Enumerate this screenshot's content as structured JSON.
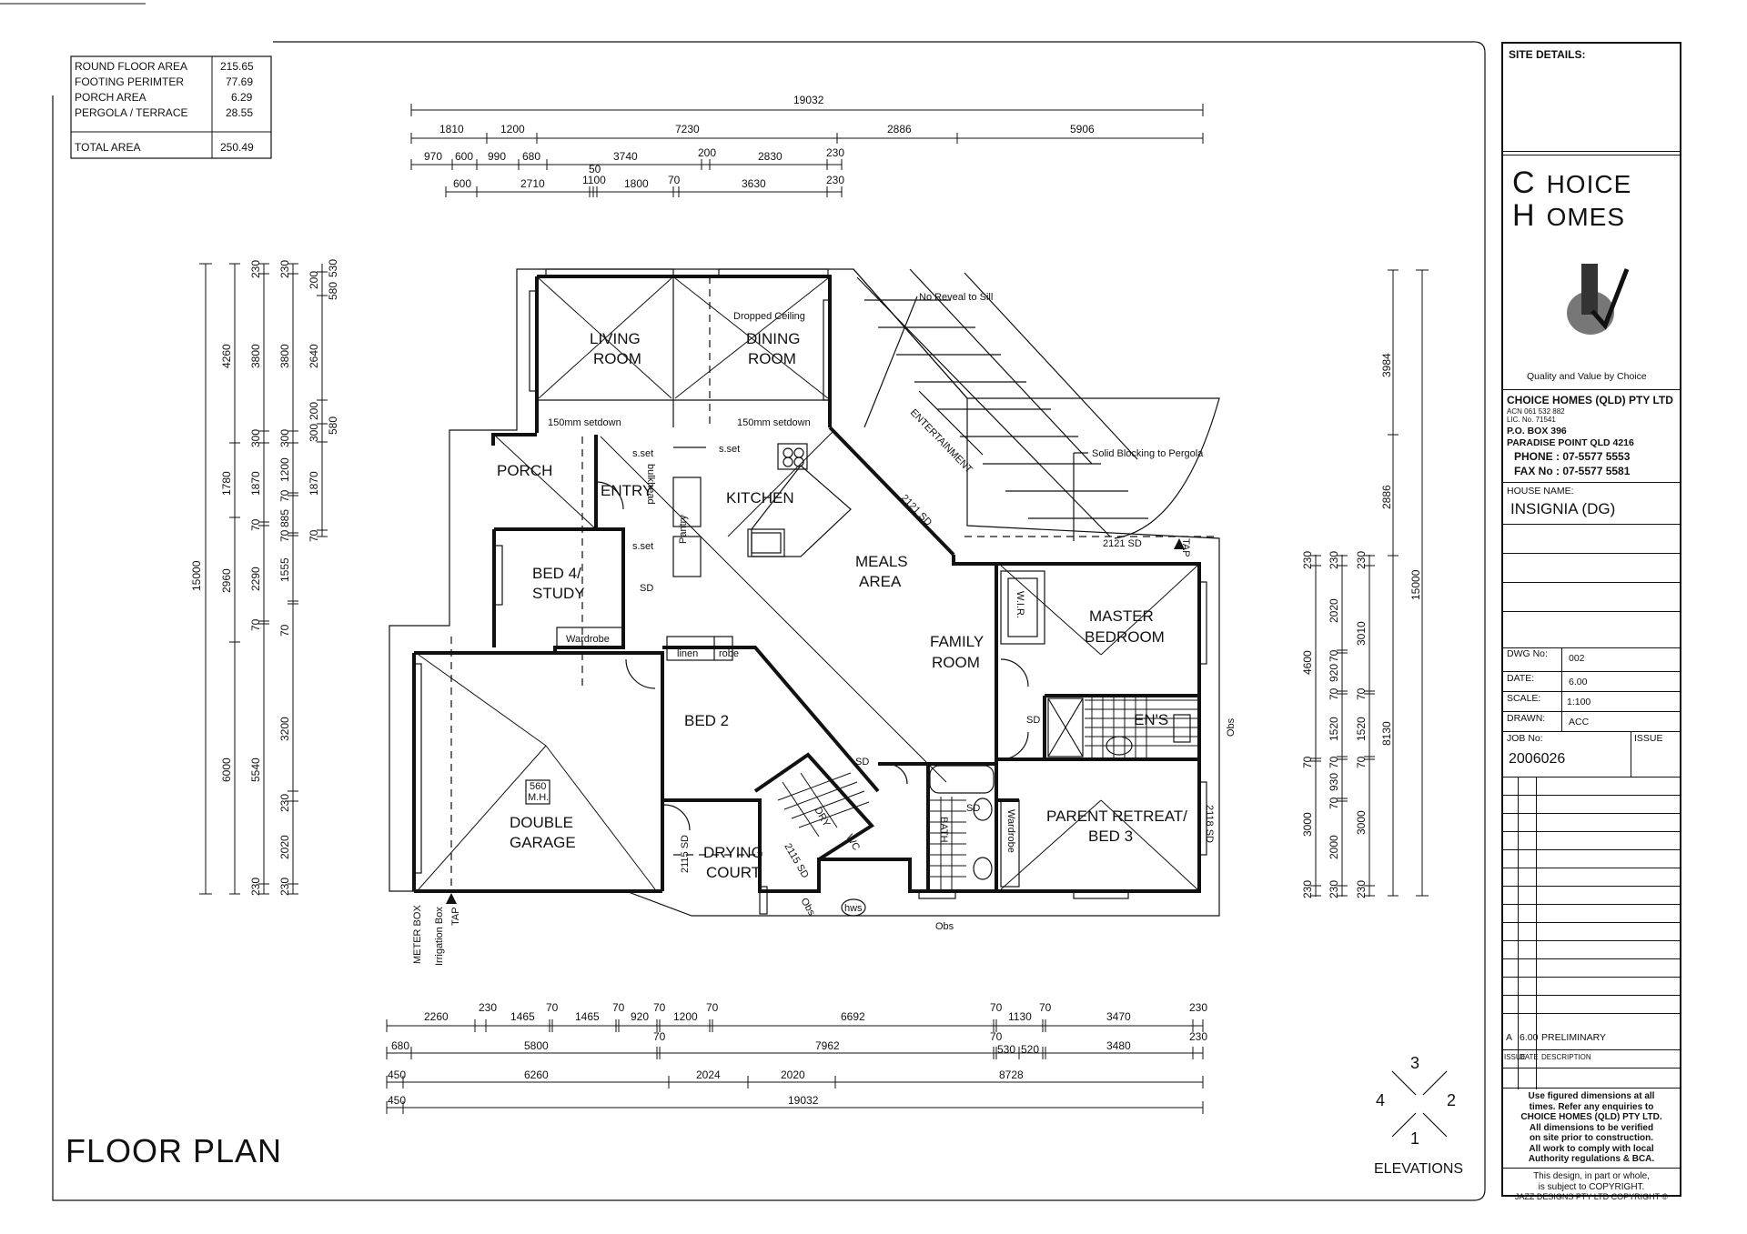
{
  "area_schedule": [
    {
      "label": "ROUND FLOOR AREA",
      "value": "215.65"
    },
    {
      "label": "FOOTING PERIMTER",
      "value": "77.69"
    },
    {
      "label": "PORCH AREA",
      "value": "6.29"
    },
    {
      "label": "PERGOLA / TERRACE",
      "value": "28.55"
    }
  ],
  "area_total": {
    "label": "TOTAL AREA",
    "value": "250.49"
  },
  "drawing_title": "FLOOR PLAN",
  "elevations": {
    "label": "ELEVATIONS",
    "n1": "1",
    "n2": "2",
    "n3": "3",
    "n4": "4"
  },
  "rooms": {
    "living": "LIVING",
    "living2": "ROOM",
    "dining": "DINING",
    "dining2": "ROOM",
    "kitchen": "KITCHEN",
    "porch": "PORCH",
    "entry": "ENTRY",
    "bed4": "BED 4/",
    "bed4b": "STUDY",
    "meals": "MEALS",
    "meals2": "AREA",
    "family": "FAMILY",
    "family2": "ROOM",
    "master": "MASTER",
    "master2": "BEDROOM",
    "bed2": "BED 2",
    "garage": "DOUBLE",
    "garage2": "GARAGE",
    "drying": "DRYING",
    "drying2": "COURT",
    "parent": "PARENT RETREAT/",
    "parent2": "BED 3",
    "entertainment": "ENTERTAINMENT",
    "wir": "W.I.R.",
    "ens": "EN'S",
    "bath": "BATH",
    "dry": "DRY",
    "wc": "WC",
    "linen": "linen",
    "robe": "robe",
    "pantry": "Pantry",
    "wardrobe": "Wardrobe",
    "wardrobe2": "Wardrobe",
    "bulkhead": "bulkhead"
  },
  "notes": {
    "dropped_ceiling": "Dropped Ceiling",
    "no_reveal": "No Reveal to Sill",
    "solid_blocking": "Solid Blocking to Pergola",
    "setdown1": "150mm setdown",
    "setdown2": "150mm setdown",
    "meter_box": "METER BOX",
    "irrigation": "Irrigation Box",
    "tap1": "TAP",
    "tap2": "TAP",
    "hws": "hws",
    "sset1": "s.set",
    "sset2": "s.set",
    "sset3": "s.set",
    "sd1": "SD",
    "sd2": "SD",
    "sd3": "SD",
    "sd4": "SD",
    "mh": "560",
    "mh2": "M.H.",
    "sd2121a": "2121 SD",
    "sd2121b": "2121 SD",
    "sd2115": "2115 SD",
    "sd2115b": "2115 SD",
    "sd2118": "2118 SD",
    "obs1": "Obs",
    "obs2": "Obs",
    "obs3": "Obs"
  },
  "dims_top": {
    "overall": "19032",
    "row1": [
      "1810",
      "1200",
      "7230",
      "2886",
      "5906"
    ],
    "row2": [
      "970",
      "600",
      "990",
      "680",
      "3740",
      "200",
      "2830",
      "230"
    ],
    "row3": [
      "600",
      "2710",
      "1100",
      "50",
      "1800",
      "70",
      "3630",
      "230"
    ]
  },
  "dims_bottom": {
    "row1": [
      "2260",
      "230",
      "1465",
      "70",
      "1465",
      "70",
      "920",
      "70",
      "1200",
      "70",
      "6692",
      "70",
      "1130",
      "70",
      "3470",
      "230"
    ],
    "row2": [
      "680",
      "5800",
      "70",
      "7962",
      "70",
      "530",
      "520",
      "3480",
      "230"
    ],
    "row3": [
      "450",
      "6260",
      "2024",
      "2020",
      "8728"
    ],
    "row4": [
      "450",
      "19032"
    ]
  },
  "dims_left": {
    "overall": "15000",
    "col1": [
      "4260",
      "1780",
      "2960",
      "6000"
    ],
    "col2": [
      "230",
      "3800",
      "300",
      "1870",
      "70",
      "2290",
      "70",
      "5540",
      "230"
    ],
    "col3": [
      "230",
      "3800",
      "300",
      "1200",
      "70",
      "885",
      "70",
      "1555",
      "70",
      "3200",
      "230",
      "2020",
      "230"
    ],
    "col4": [
      "200",
      "2640",
      "200",
      "1870",
      "70",
      "300",
      "530",
      "580",
      "580"
    ]
  },
  "dims_right": {
    "overall": "15000",
    "col1": [
      "3984",
      "2886",
      "8130"
    ],
    "col2": [
      "230",
      "4600",
      "70",
      "3000",
      "230"
    ],
    "col3": [
      "230",
      "2020",
      "70",
      "920",
      "70",
      "1520",
      "70",
      "930",
      "70",
      "2000",
      "230"
    ],
    "col4": [
      "230",
      "3010",
      "70",
      "1520",
      "70",
      "3000",
      "230"
    ]
  },
  "title_block": {
    "site_details": "SITE DETAILS:",
    "logo_line1_c": "C",
    "logo_line1": "HOICE",
    "logo_line2_h": "H",
    "logo_line2": "OMES",
    "logo_caption": "Quality and Value by Choice",
    "company": "CHOICE HOMES (QLD) PTY LTD",
    "acn": "ACN 061 532 882",
    "lic": "LIC. No. 71541",
    "po": "P.O. BOX 396",
    "suburb": "PARADISE POINT  QLD  4216",
    "phone": "PHONE :  07-5577 5553",
    "fax": "FAX No : 07-5577 5581",
    "house_name_label": "HOUSE NAME:",
    "house_name": "INSIGNIA (DG)",
    "dwg_label": "DWG No:",
    "dwg": "002",
    "date_label": "DATE:",
    "date": "6.00",
    "scale_label": "SCALE:",
    "scale": "1:100",
    "drawn_label": "DRAWN:",
    "drawn": "ACC",
    "job_label": "JOB No:",
    "job": "2006026",
    "issue_label": "ISSUE",
    "rev_issue": "A",
    "rev_date": "6.00",
    "rev_desc": "PRELIMINARY",
    "rev_h1": "ISSUE",
    "rev_h2": "DATE",
    "rev_h3": "DESCRIPTION",
    "disclaimer": [
      "Use figured dimensions at all",
      "times. Refer any enquiries to",
      "CHOICE HOMES (QLD) PTY LTD.",
      "All dimensions to be verified",
      "on site prior to construction.",
      "All work to comply with local",
      "Authority regulations & BCA."
    ],
    "copyright": [
      "This design, in part or whole,",
      "is subject to COPYRIGHT."
    ],
    "copyright2": "JAZZ DESIGNS PTY LTD COPYRIGHT ©"
  }
}
